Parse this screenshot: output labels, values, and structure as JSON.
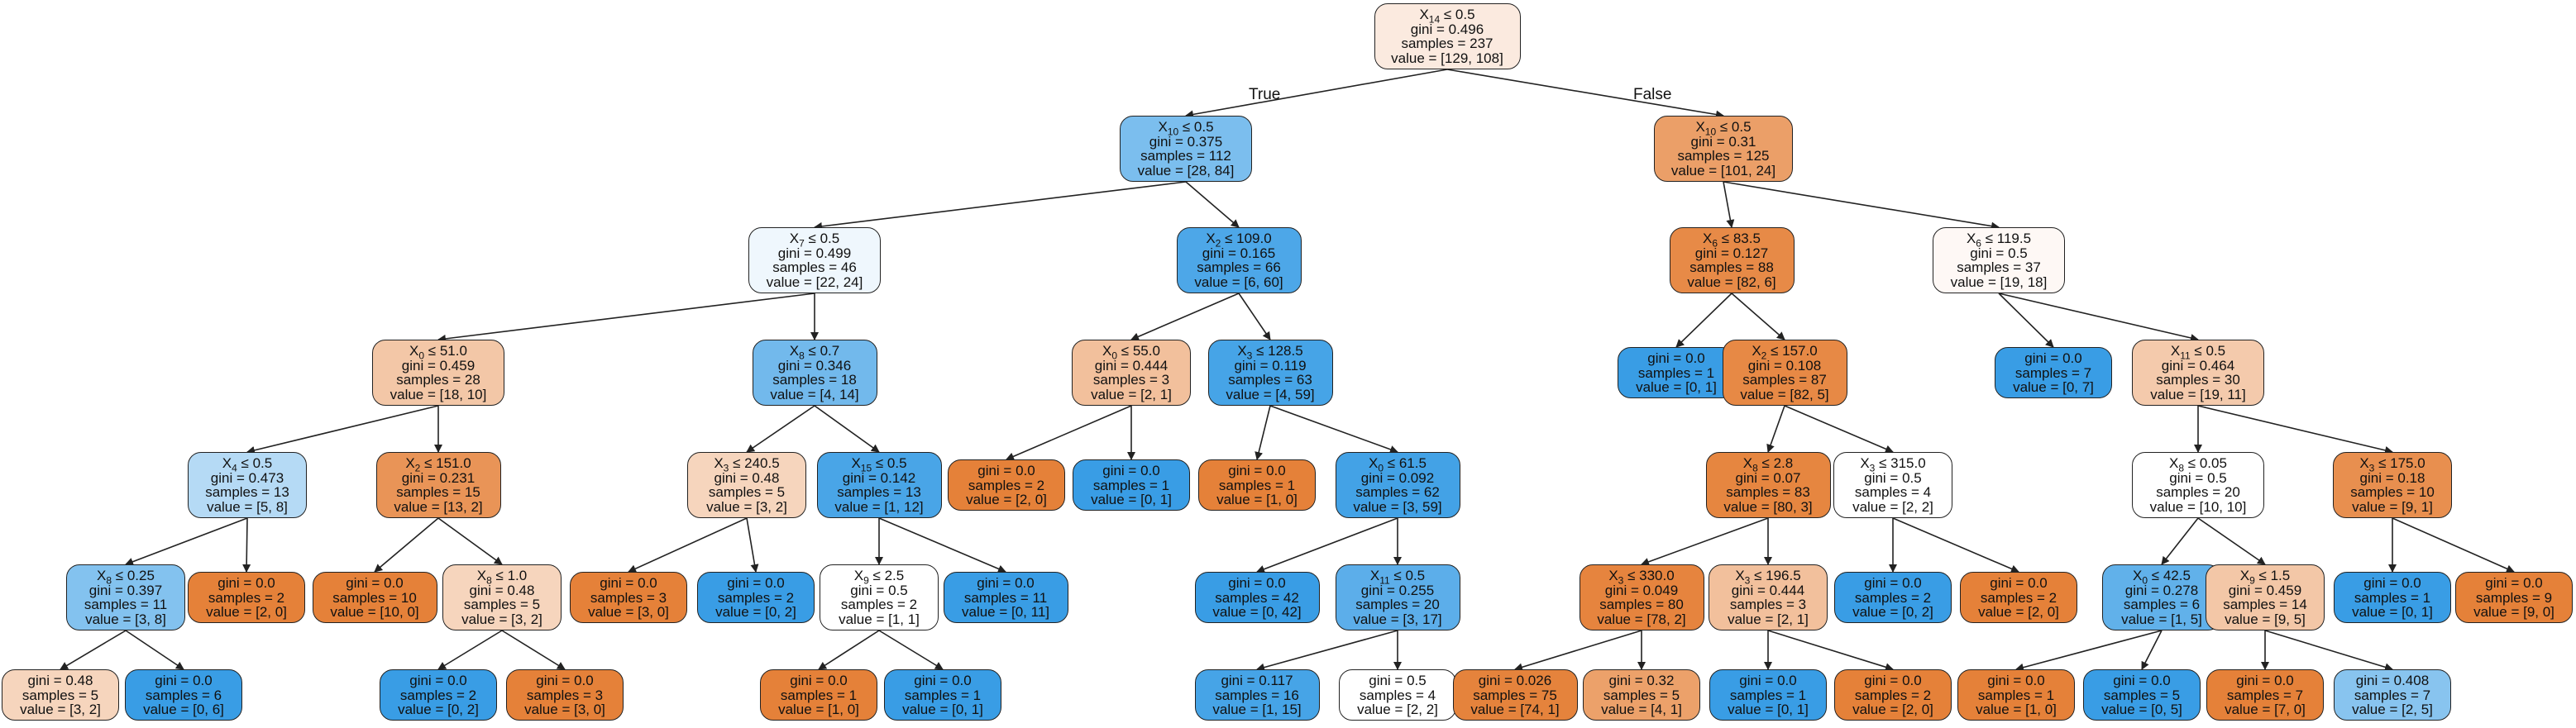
{
  "edge_labels": {
    "true_label": "True",
    "false_label": "False"
  },
  "colors": {
    "class0": "#e58139",
    "class1": "#399de5",
    "white": "#ffffff"
  },
  "nodes": [
    {
      "id": "n0",
      "lines": [
        "X₁₄ ≤ 0.5",
        "gini = 0.496",
        "samples = 237",
        "value = [129, 108]"
      ],
      "value": [
        129,
        108
      ]
    },
    {
      "id": "n1",
      "lines": [
        "X₁₀ ≤ 0.5",
        "gini = 0.375",
        "samples = 112",
        "value = [28, 84]"
      ],
      "value": [
        28,
        84
      ]
    },
    {
      "id": "n2",
      "lines": [
        "X₁₀ ≤ 0.5",
        "gini = 0.31",
        "samples = 125",
        "value = [101, 24]"
      ],
      "value": [
        101,
        24
      ]
    },
    {
      "id": "n3",
      "lines": [
        "X₇ ≤ 0.5",
        "gini = 0.499",
        "samples = 46",
        "value = [22, 24]"
      ],
      "value": [
        22,
        24
      ]
    },
    {
      "id": "n4",
      "lines": [
        "X₂ ≤ 109.0",
        "gini = 0.165",
        "samples = 66",
        "value = [6, 60]"
      ],
      "value": [
        6,
        60
      ]
    },
    {
      "id": "n5",
      "lines": [
        "X₆ ≤ 83.5",
        "gini = 0.127",
        "samples = 88",
        "value = [82, 6]"
      ],
      "value": [
        82,
        6
      ]
    },
    {
      "id": "n6",
      "lines": [
        "X₆ ≤ 119.5",
        "gini = 0.5",
        "samples = 37",
        "value = [19, 18]"
      ],
      "value": [
        19,
        18
      ]
    },
    {
      "id": "n7",
      "lines": [
        "X₀ ≤ 51.0",
        "gini = 0.459",
        "samples = 28",
        "value = [18, 10]"
      ],
      "value": [
        18,
        10
      ]
    },
    {
      "id": "n8",
      "lines": [
        "X₈ ≤ 0.7",
        "gini = 0.346",
        "samples = 18",
        "value = [4, 14]"
      ],
      "value": [
        4,
        14
      ]
    },
    {
      "id": "n9",
      "lines": [
        "X₀ ≤ 55.0",
        "gini = 0.444",
        "samples = 3",
        "value = [2, 1]"
      ],
      "value": [
        2,
        1
      ]
    },
    {
      "id": "n10",
      "lines": [
        "X₃ ≤ 128.5",
        "gini = 0.119",
        "samples = 63",
        "value = [4, 59]"
      ],
      "value": [
        4,
        59
      ]
    },
    {
      "id": "n11",
      "lines": [
        "gini = 0.0",
        "samples = 1",
        "value = [0, 1]"
      ],
      "value": [
        0,
        1
      ]
    },
    {
      "id": "n12",
      "lines": [
        "X₂ ≤ 157.0",
        "gini = 0.108",
        "samples = 87",
        "value = [82, 5]"
      ],
      "value": [
        82,
        5
      ]
    },
    {
      "id": "n13",
      "lines": [
        "gini = 0.0",
        "samples = 7",
        "value = [0, 7]"
      ],
      "value": [
        0,
        7
      ]
    },
    {
      "id": "n14",
      "lines": [
        "X₁₁ ≤ 0.5",
        "gini = 0.464",
        "samples = 30",
        "value = [19, 11]"
      ],
      "value": [
        19,
        11
      ]
    },
    {
      "id": "n15",
      "lines": [
        "X₄ ≤ 0.5",
        "gini = 0.473",
        "samples = 13",
        "value = [5, 8]"
      ],
      "value": [
        5,
        8
      ]
    },
    {
      "id": "n16",
      "lines": [
        "X₂ ≤ 151.0",
        "gini = 0.231",
        "samples = 15",
        "value = [13, 2]"
      ],
      "value": [
        13,
        2
      ]
    },
    {
      "id": "n17",
      "lines": [
        "X₃ ≤ 240.5",
        "gini = 0.48",
        "samples = 5",
        "value = [3, 2]"
      ],
      "value": [
        3,
        2
      ]
    },
    {
      "id": "n18",
      "lines": [
        "X₁₅ ≤ 0.5",
        "gini = 0.142",
        "samples = 13",
        "value = [1, 12]"
      ],
      "value": [
        1,
        12
      ]
    },
    {
      "id": "n19",
      "lines": [
        "gini = 0.0",
        "samples = 2",
        "value = [2, 0]"
      ],
      "value": [
        2,
        0
      ]
    },
    {
      "id": "n20",
      "lines": [
        "gini = 0.0",
        "samples = 1",
        "value = [0, 1]"
      ],
      "value": [
        0,
        1
      ]
    },
    {
      "id": "n21",
      "lines": [
        "gini = 0.0",
        "samples = 1",
        "value = [1, 0]"
      ],
      "value": [
        1,
        0
      ]
    },
    {
      "id": "n22",
      "lines": [
        "X₀ ≤ 61.5",
        "gini = 0.092",
        "samples = 62",
        "value = [3, 59]"
      ],
      "value": [
        3,
        59
      ]
    },
    {
      "id": "n23",
      "lines": [
        "X₈ ≤ 2.8",
        "gini = 0.07",
        "samples = 83",
        "value = [80, 3]"
      ],
      "value": [
        80,
        3
      ]
    },
    {
      "id": "n24",
      "lines": [
        "X₃ ≤ 315.0",
        "gini = 0.5",
        "samples = 4",
        "value = [2, 2]"
      ],
      "value": [
        2,
        2
      ]
    },
    {
      "id": "n25",
      "lines": [
        "X₈ ≤ 0.05",
        "gini = 0.5",
        "samples = 20",
        "value = [10, 10]"
      ],
      "value": [
        10,
        10
      ]
    },
    {
      "id": "n26",
      "lines": [
        "X₃ ≤ 175.0",
        "gini = 0.18",
        "samples = 10",
        "value = [9, 1]"
      ],
      "value": [
        9,
        1
      ]
    },
    {
      "id": "n27",
      "lines": [
        "X₈ ≤ 0.25",
        "gini = 0.397",
        "samples = 11",
        "value = [3, 8]"
      ],
      "value": [
        3,
        8
      ]
    },
    {
      "id": "n28",
      "lines": [
        "gini = 0.0",
        "samples = 2",
        "value = [2, 0]"
      ],
      "value": [
        2,
        0
      ]
    },
    {
      "id": "n29",
      "lines": [
        "gini = 0.0",
        "samples = 10",
        "value = [10, 0]"
      ],
      "value": [
        10,
        0
      ]
    },
    {
      "id": "n30",
      "lines": [
        "X₈ ≤ 1.0",
        "gini = 0.48",
        "samples = 5",
        "value = [3, 2]"
      ],
      "value": [
        3,
        2
      ]
    },
    {
      "id": "n31",
      "lines": [
        "gini = 0.0",
        "samples = 3",
        "value = [3, 0]"
      ],
      "value": [
        3,
        0
      ]
    },
    {
      "id": "n32",
      "lines": [
        "gini = 0.0",
        "samples = 2",
        "value = [0, 2]"
      ],
      "value": [
        0,
        2
      ]
    },
    {
      "id": "n33",
      "lines": [
        "X₉ ≤ 2.5",
        "gini = 0.5",
        "samples = 2",
        "value = [1, 1]"
      ],
      "value": [
        1,
        1
      ]
    },
    {
      "id": "n34",
      "lines": [
        "gini = 0.0",
        "samples = 11",
        "value = [0, 11]"
      ],
      "value": [
        0,
        11
      ]
    },
    {
      "id": "n35",
      "lines": [
        "gini = 0.0",
        "samples = 42",
        "value = [0, 42]"
      ],
      "value": [
        0,
        42
      ]
    },
    {
      "id": "n36",
      "lines": [
        "X₁₁ ≤ 0.5",
        "gini = 0.255",
        "samples = 20",
        "value = [3, 17]"
      ],
      "value": [
        3,
        17
      ]
    },
    {
      "id": "n37",
      "lines": [
        "X₃ ≤ 330.0",
        "gini = 0.049",
        "samples = 80",
        "value = [78, 2]"
      ],
      "value": [
        78,
        2
      ]
    },
    {
      "id": "n38",
      "lines": [
        "X₃ ≤ 196.5",
        "gini = 0.444",
        "samples = 3",
        "value = [2, 1]"
      ],
      "value": [
        2,
        1
      ]
    },
    {
      "id": "n39",
      "lines": [
        "gini = 0.0",
        "samples = 2",
        "value = [0, 2]"
      ],
      "value": [
        0,
        2
      ]
    },
    {
      "id": "n40",
      "lines": [
        "gini = 0.0",
        "samples = 2",
        "value = [2, 0]"
      ],
      "value": [
        2,
        0
      ]
    },
    {
      "id": "n41",
      "lines": [
        "X₀ ≤ 42.5",
        "gini = 0.278",
        "samples = 6",
        "value = [1, 5]"
      ],
      "value": [
        1,
        5
      ]
    },
    {
      "id": "n42",
      "lines": [
        "X₉ ≤ 1.5",
        "gini = 0.459",
        "samples = 14",
        "value = [9, 5]"
      ],
      "value": [
        9,
        5
      ]
    },
    {
      "id": "n43",
      "lines": [
        "gini = 0.0",
        "samples = 1",
        "value = [0, 1]"
      ],
      "value": [
        0,
        1
      ]
    },
    {
      "id": "n44",
      "lines": [
        "gini = 0.0",
        "samples = 9",
        "value = [9, 0]"
      ],
      "value": [
        9,
        0
      ]
    },
    {
      "id": "n45",
      "lines": [
        "gini = 0.48",
        "samples = 5",
        "value = [3, 2]"
      ],
      "value": [
        3,
        2
      ]
    },
    {
      "id": "n46",
      "lines": [
        "gini = 0.0",
        "samples = 6",
        "value = [0, 6]"
      ],
      "value": [
        0,
        6
      ]
    },
    {
      "id": "n47",
      "lines": [
        "gini = 0.0",
        "samples = 2",
        "value = [0, 2]"
      ],
      "value": [
        0,
        2
      ]
    },
    {
      "id": "n48",
      "lines": [
        "gini = 0.0",
        "samples = 3",
        "value = [3, 0]"
      ],
      "value": [
        3,
        0
      ]
    },
    {
      "id": "n49",
      "lines": [
        "gini = 0.0",
        "samples = 1",
        "value = [1, 0]"
      ],
      "value": [
        1,
        0
      ]
    },
    {
      "id": "n50",
      "lines": [
        "gini = 0.0",
        "samples = 1",
        "value = [0, 1]"
      ],
      "value": [
        0,
        1
      ]
    },
    {
      "id": "n51",
      "lines": [
        "gini = 0.117",
        "samples = 16",
        "value = [1, 15]"
      ],
      "value": [
        1,
        15
      ]
    },
    {
      "id": "n52",
      "lines": [
        "gini = 0.5",
        "samples = 4",
        "value = [2, 2]"
      ],
      "value": [
        2,
        2
      ]
    },
    {
      "id": "n53",
      "lines": [
        "gini = 0.026",
        "samples = 75",
        "value = [74, 1]"
      ],
      "value": [
        74,
        1
      ]
    },
    {
      "id": "n54",
      "lines": [
        "gini = 0.32",
        "samples = 5",
        "value = [4, 1]"
      ],
      "value": [
        4,
        1
      ]
    },
    {
      "id": "n55",
      "lines": [
        "gini = 0.0",
        "samples = 1",
        "value = [0, 1]"
      ],
      "value": [
        0,
        1
      ]
    },
    {
      "id": "n56",
      "lines": [
        "gini = 0.0",
        "samples = 2",
        "value = [2, 0]"
      ],
      "value": [
        2,
        0
      ]
    },
    {
      "id": "n57",
      "lines": [
        "gini = 0.0",
        "samples = 1",
        "value = [1, 0]"
      ],
      "value": [
        1,
        0
      ]
    },
    {
      "id": "n58",
      "lines": [
        "gini = 0.0",
        "samples = 5",
        "value = [0, 5]"
      ],
      "value": [
        0,
        5
      ]
    },
    {
      "id": "n59",
      "lines": [
        "gini = 0.0",
        "samples = 7",
        "value = [7, 0]"
      ],
      "value": [
        7,
        0
      ]
    },
    {
      "id": "n60",
      "lines": [
        "gini = 0.408",
        "samples = 7",
        "value = [2, 5]"
      ],
      "value": [
        2,
        5
      ]
    }
  ],
  "edges": [
    [
      "n0",
      "n1"
    ],
    [
      "n0",
      "n2"
    ],
    [
      "n1",
      "n3"
    ],
    [
      "n1",
      "n4"
    ],
    [
      "n2",
      "n5"
    ],
    [
      "n2",
      "n6"
    ],
    [
      "n3",
      "n7"
    ],
    [
      "n3",
      "n8"
    ],
    [
      "n4",
      "n9"
    ],
    [
      "n4",
      "n10"
    ],
    [
      "n5",
      "n11"
    ],
    [
      "n5",
      "n12"
    ],
    [
      "n6",
      "n13"
    ],
    [
      "n6",
      "n14"
    ],
    [
      "n7",
      "n15"
    ],
    [
      "n7",
      "n16"
    ],
    [
      "n8",
      "n17"
    ],
    [
      "n8",
      "n18"
    ],
    [
      "n9",
      "n19"
    ],
    [
      "n9",
      "n20"
    ],
    [
      "n10",
      "n21"
    ],
    [
      "n10",
      "n22"
    ],
    [
      "n12",
      "n23"
    ],
    [
      "n12",
      "n24"
    ],
    [
      "n14",
      "n25"
    ],
    [
      "n14",
      "n26"
    ],
    [
      "n15",
      "n27"
    ],
    [
      "n15",
      "n28"
    ],
    [
      "n16",
      "n29"
    ],
    [
      "n16",
      "n30"
    ],
    [
      "n17",
      "n31"
    ],
    [
      "n17",
      "n32"
    ],
    [
      "n18",
      "n33"
    ],
    [
      "n18",
      "n34"
    ],
    [
      "n22",
      "n35"
    ],
    [
      "n22",
      "n36"
    ],
    [
      "n23",
      "n37"
    ],
    [
      "n23",
      "n38"
    ],
    [
      "n24",
      "n39"
    ],
    [
      "n24",
      "n40"
    ],
    [
      "n25",
      "n41"
    ],
    [
      "n25",
      "n42"
    ],
    [
      "n26",
      "n43"
    ],
    [
      "n26",
      "n44"
    ],
    [
      "n27",
      "n45"
    ],
    [
      "n27",
      "n46"
    ],
    [
      "n30",
      "n47"
    ],
    [
      "n30",
      "n48"
    ],
    [
      "n33",
      "n49"
    ],
    [
      "n33",
      "n50"
    ],
    [
      "n36",
      "n51"
    ],
    [
      "n36",
      "n52"
    ],
    [
      "n37",
      "n53"
    ],
    [
      "n37",
      "n54"
    ],
    [
      "n38",
      "n55"
    ],
    [
      "n38",
      "n56"
    ],
    [
      "n41",
      "n57"
    ],
    [
      "n41",
      "n58"
    ],
    [
      "n42",
      "n59"
    ],
    [
      "n42",
      "n60"
    ]
  ]
}
